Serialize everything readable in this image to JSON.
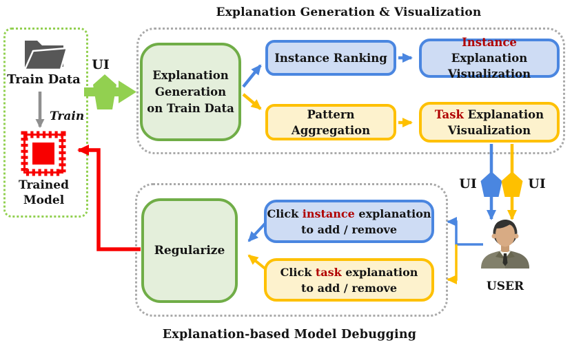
{
  "titles": {
    "top": "Explanation Generation & Visualization",
    "bottom": "Explanation-based Model Debugging"
  },
  "left_panel": {
    "train_data_label": "Train Data",
    "train_arrow_label": "Train",
    "trained_model_label": {
      "line1": "Trained",
      "line2": "Model"
    }
  },
  "ui_markers": {
    "input": "UI",
    "user_instance": "UI",
    "user_task": "UI"
  },
  "nodes": {
    "explanation_generation": {
      "line1": "Explanation",
      "line2": "Generation",
      "line3": "on Train Data"
    },
    "instance_ranking": {
      "label": "Instance Ranking"
    },
    "instance_visualization": {
      "highlight": "Instance",
      "rest": " Explanation",
      "line2": "Visualization"
    },
    "pattern_aggregation": {
      "label": "Pattern Aggregation"
    },
    "task_visualization": {
      "highlight": "Task",
      "rest": " Explanation",
      "line2": "Visualization"
    },
    "regularize": {
      "label": "Regularize"
    },
    "click_instance": {
      "prefix": "Click ",
      "highlight": "instance",
      "suffix": " explanation",
      "line2": "to add / remove"
    },
    "click_task": {
      "prefix": "Click ",
      "highlight": "task",
      "suffix": " explanation",
      "line2": "to add / remove"
    }
  },
  "user": {
    "label": "USER"
  },
  "icons": {
    "train_data": "folder-icon",
    "trained_model": "stamp-icon",
    "user": "person-icon",
    "ui_input": "pentagon-arrow-icon",
    "ui_instance": "pentagon-arrow-icon",
    "ui_task": "pentagon-arrow-icon"
  },
  "colors": {
    "green-border": "#70ad47",
    "green-fill": "#e4efdb",
    "green-bright": "#92d050",
    "blue-border": "#4a86e0",
    "blue-fill": "#cedcf4",
    "yellow-border": "#fec000",
    "yellow-fill": "#fdf2cd",
    "red": "#f80000",
    "dark-red": "#b00000",
    "dot-gray": "#a9a9a9",
    "ink": "#141414"
  }
}
